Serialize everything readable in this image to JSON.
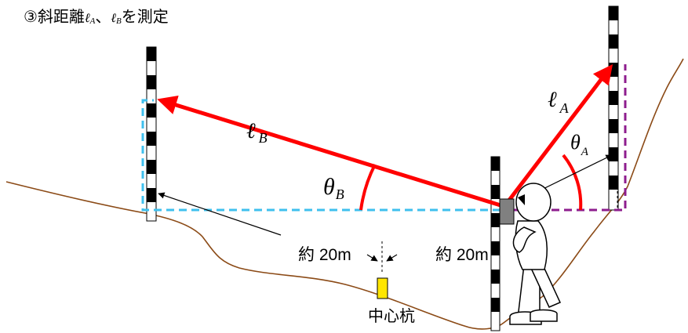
{
  "title": {
    "prefix": "③斜距離",
    "l_a": "ℓ",
    "l_a_sub": "A",
    "sep": "、",
    "l_b": "ℓ",
    "l_b_sub": "B",
    "suffix": "を測定"
  },
  "labels": {
    "ell": "ℓ",
    "sub_a": "A",
    "sub_b": "B",
    "theta": "θ",
    "dist_left": "約 20m",
    "dist_right": "約 20m",
    "center_stake": "中心杭"
  },
  "colors": {
    "ground": "#8b4a16",
    "red": "#ff0000",
    "cyan": "#3fc0ee",
    "purple": "#8e1d8e",
    "stake": "#ffe600",
    "instrument": "#808080"
  }
}
